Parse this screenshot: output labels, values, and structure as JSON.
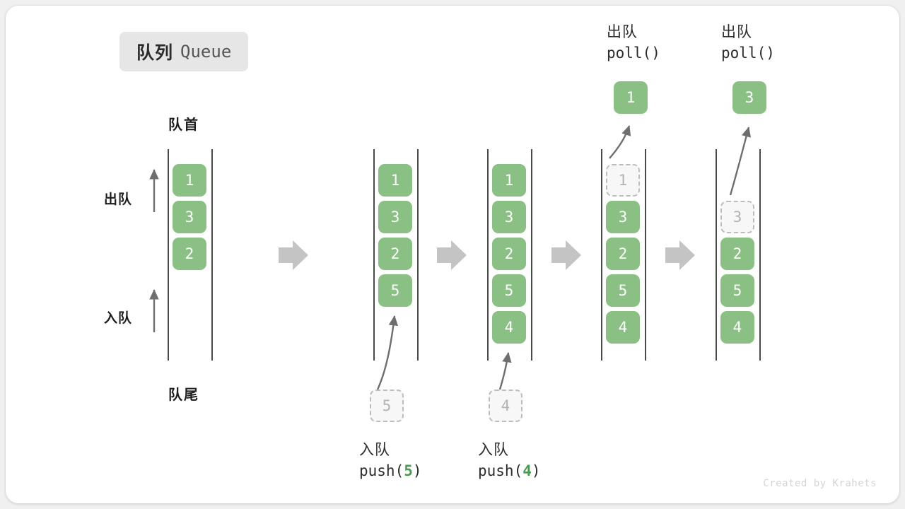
{
  "title": {
    "cn": "队列",
    "en": "Queue"
  },
  "labels": {
    "front": "队首",
    "rear": "队尾",
    "dequeue_arrow": "出队",
    "enqueue_arrow": "入队"
  },
  "footer": "Created by Krahets",
  "colors": {
    "element_fill": "#8bc085",
    "element_text": "#ffffff",
    "ghost_fill": "#f7f7f7",
    "ghost_border": "#bdbdbd",
    "ghost_text": "#b3b3b3",
    "rail": "#4a4a4a",
    "transition_arrow": "#c4c4c4",
    "curve_arrow": "#6e6e6e",
    "badge_bg": "#e6e6e6",
    "code_number": "#4b9a50",
    "footer_text": "#d4d4d4",
    "card_bg": "#ffffff",
    "page_bg": "#f0f0f0"
  },
  "panels": [
    {
      "id": "initial",
      "caption_cn": "",
      "caption_code": "",
      "top_label_cn": "",
      "top_label_code": "",
      "elements": [
        "1",
        "3",
        "2"
      ],
      "ghost_index": -1,
      "incoming_value": "",
      "popped_value": ""
    },
    {
      "id": "push-5",
      "caption_cn": "入队",
      "caption_code_prefix": "push(",
      "caption_code_num": "5",
      "caption_code_suffix": ")",
      "top_label_cn": "",
      "top_label_code": "",
      "elements": [
        "1",
        "3",
        "2",
        "5"
      ],
      "ghost_index": -1,
      "incoming_value": "5",
      "popped_value": ""
    },
    {
      "id": "push-4",
      "caption_cn": "入队",
      "caption_code_prefix": "push(",
      "caption_code_num": "4",
      "caption_code_suffix": ")",
      "top_label_cn": "",
      "top_label_code": "",
      "elements": [
        "1",
        "3",
        "2",
        "5",
        "4"
      ],
      "ghost_index": -1,
      "incoming_value": "4",
      "popped_value": ""
    },
    {
      "id": "poll-1",
      "caption_cn": "",
      "caption_code": "",
      "top_label_cn": "出队",
      "top_label_code": "poll()",
      "elements": [
        "1",
        "3",
        "2",
        "5",
        "4"
      ],
      "ghost_index": 0,
      "incoming_value": "",
      "popped_value": "1"
    },
    {
      "id": "poll-3",
      "caption_cn": "",
      "caption_code": "",
      "top_label_cn": "出队",
      "top_label_code": "poll()",
      "elements": [
        "",
        "3",
        "2",
        "5",
        "4"
      ],
      "ghost_index": 1,
      "incoming_value": "",
      "popped_value": "3"
    }
  ],
  "transition_arrows": 4
}
